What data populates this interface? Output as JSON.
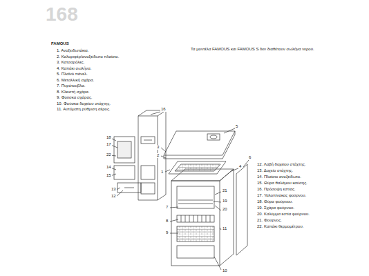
{
  "diagram": {
    "labels": [
      "168",
      "FAMOUS",
      "1. Ανοξειδωτάκια.",
      "2. Καλοριφέρ/ανοξείδωτο πλαίσιο.",
      "3. Κατσαρόλες.",
      "4. Καπάκι σωλήνα.",
      "5. Πλαϊνό πάνελ.",
      "6. Μεταλλική σχάρα.",
      "7. Πυρότουβλα.",
      "8. Κλειστή σχάρα.",
      "9. Φούσκα σχάρας.",
      "10. Φούσκα δοχείου στάχτης.",
      "11. Αυτόματη ρύθμιση αέρος.",
      "Τα μοντέλα FAMOUS και FAMOUS S δεν διαθέτουν σωλήνα νερού.",
      "12. Λαβή δοχείου στάχτης.",
      "13. Δοχείο στάχτης.",
      "14. Πλαίσιο ανοξείδωτο.",
      "15. Θύρα θαλάμου καύσης.",
      "16. Πρόσοψη εστίας.",
      "17. Υαλοπίνακας φούρνου.",
      "18. Θύρα φούρνου.",
      "19. Σχάρα φούρνου.",
      "20. Καλύμμα εστία φούρνου.",
      "21. Φούρνος.",
      "22. Καπάκι θερμομέτρου.",
      "5",
      "3",
      "2",
      "1",
      "16",
      "4",
      "21",
      "19",
      "20",
      "6",
      "18",
      "17",
      "22",
      "14",
      "15",
      "13",
      "12",
      "7",
      "8",
      "9",
      "11",
      "10"
    ]
  }
}
